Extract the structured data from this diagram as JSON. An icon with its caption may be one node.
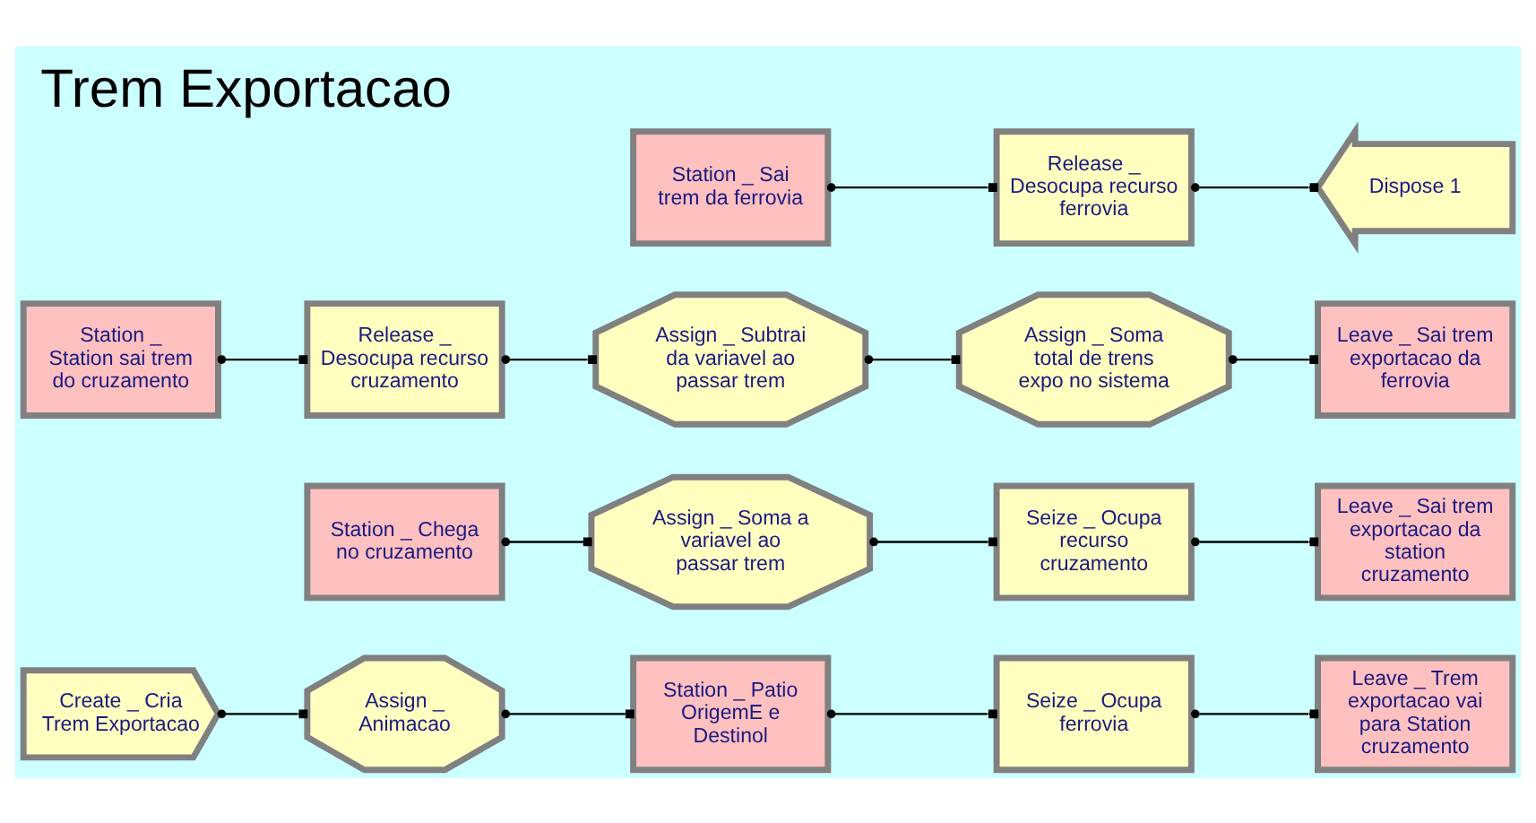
{
  "diagram": {
    "title": "Trem Exportacao",
    "nodes": [
      {
        "text": [
          "Create _ Cria Trem Exportacao"
        ]
      },
      {
        "text": [
          "Assign _ Animacao"
        ]
      },
      {
        "text": [
          "Station _ Patio OrigemE e Destinol"
        ]
      },
      {
        "text": [
          "Seize _ Ocupa ferrovia"
        ]
      },
      {
        "text": [
          "Leave _ Trem exportacao vai para Station cruzamento"
        ]
      },
      {
        "text": [
          "Station _ Chega no cruzamento"
        ]
      },
      {
        "text": [
          "Assign _ Soma a variavel ao passar trem"
        ]
      },
      {
        "text": [
          "Seize _ Ocupa recurso cruzamento"
        ]
      },
      {
        "text": [
          "Leave _ Sai trem exportacao da station cruzamento"
        ]
      },
      {
        "text": [
          "Station _ Station sai trem do cruzamento"
        ]
      },
      {
        "text": [
          "Release _ Desocupa recurso cruzamento"
        ]
      },
      {
        "text": [
          "Assign _ Subtrai da variavel ao passar trem"
        ]
      },
      {
        "text": [
          "Assign _ Soma total de trens expo no sistema"
        ]
      },
      {
        "text": [
          "Leave _ Sai trem exportacao da ferrovia"
        ]
      },
      {
        "text": [
          "Station _ Sai trem da ferrovia"
        ]
      },
      {
        "text": [
          "Release _ Desocupa recurso ferrovia"
        ]
      },
      {
        "text": [
          "Dispose 1"
        ]
      }
    ],
    "edges": [
      {
        "from": 0,
        "to": 1,
        "arrow": "other"
      },
      {
        "from": 1,
        "to": 2,
        "arrow": "other"
      },
      {
        "from": 2,
        "to": 3,
        "arrow": "other"
      },
      {
        "from": 3,
        "to": 4,
        "arrow": "other"
      },
      {
        "from": 5,
        "to": 6,
        "arrow": "other"
      },
      {
        "from": 6,
        "to": 7,
        "arrow": "other"
      },
      {
        "from": 7,
        "to": 8,
        "arrow": "other"
      },
      {
        "from": 9,
        "to": 10,
        "arrow": "other"
      },
      {
        "from": 10,
        "to": 11,
        "arrow": "other"
      },
      {
        "from": 11,
        "to": 12,
        "arrow": "other"
      },
      {
        "from": 12,
        "to": 13,
        "arrow": "other"
      },
      {
        "from": 14,
        "to": 15,
        "arrow": "other"
      },
      {
        "from": 15,
        "to": 16,
        "arrow": "other"
      }
    ]
  }
}
